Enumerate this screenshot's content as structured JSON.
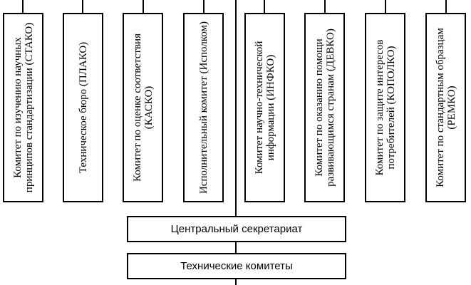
{
  "diagram": {
    "committees": [
      {
        "label": "Комитет по изучению научных принципов стандартизации (СТАКО)"
      },
      {
        "label": "Техническое бюро (ПЛАКО)"
      },
      {
        "label": "Комитет по оценке соответствия (КАСКО)"
      },
      {
        "label": "Исполнительный комитет (Исполком)"
      },
      {
        "label": "Комитет научно-технической информации (ИНФКО)"
      },
      {
        "label": "Комитет по оказанию помощи развивающимся странам (ДЕВКО)"
      },
      {
        "label": "Комитет по защите интересов потребителей (КОПОЛКО)"
      },
      {
        "label": "Комитет по стандартным образцам (РЕМКО)"
      }
    ],
    "central_secretariat": "Центральный секретариат",
    "technical_committees": "Технические комитеты"
  }
}
